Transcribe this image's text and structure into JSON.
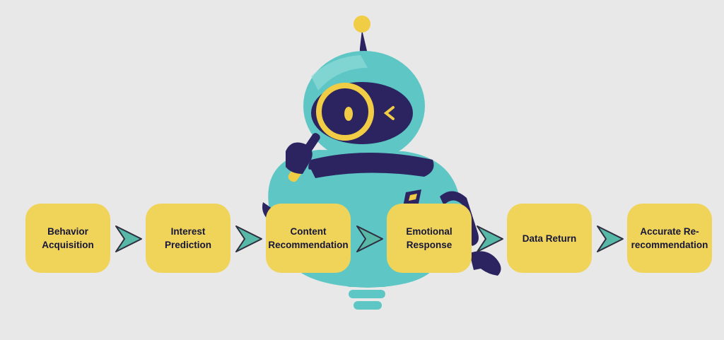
{
  "diagram": {
    "steps": [
      {
        "line1": "Behavior",
        "line2": "Acquisition"
      },
      {
        "line1": "Interest",
        "line2": "Prediction"
      },
      {
        "line1": "Content",
        "line2": "Recommendation"
      },
      {
        "line1": "Emotional",
        "line2": "Response"
      },
      {
        "line1": "Data Return",
        "line2": ""
      },
      {
        "line1": "Accurate Re-",
        "line2": "recommendation"
      }
    ],
    "colors": {
      "background": "#e8e8e8",
      "step_fill": "#f0d45a",
      "arrow_fill": "#58b8a8",
      "arrow_stroke": "#2e2e3e",
      "robot_body": "#5ec7c5",
      "robot_dark": "#2b2460",
      "robot_accent": "#f1cc45"
    },
    "icons": [
      "robot-mascot-icon",
      "magnifying-glass-icon",
      "chevron-arrow-icon"
    ]
  }
}
